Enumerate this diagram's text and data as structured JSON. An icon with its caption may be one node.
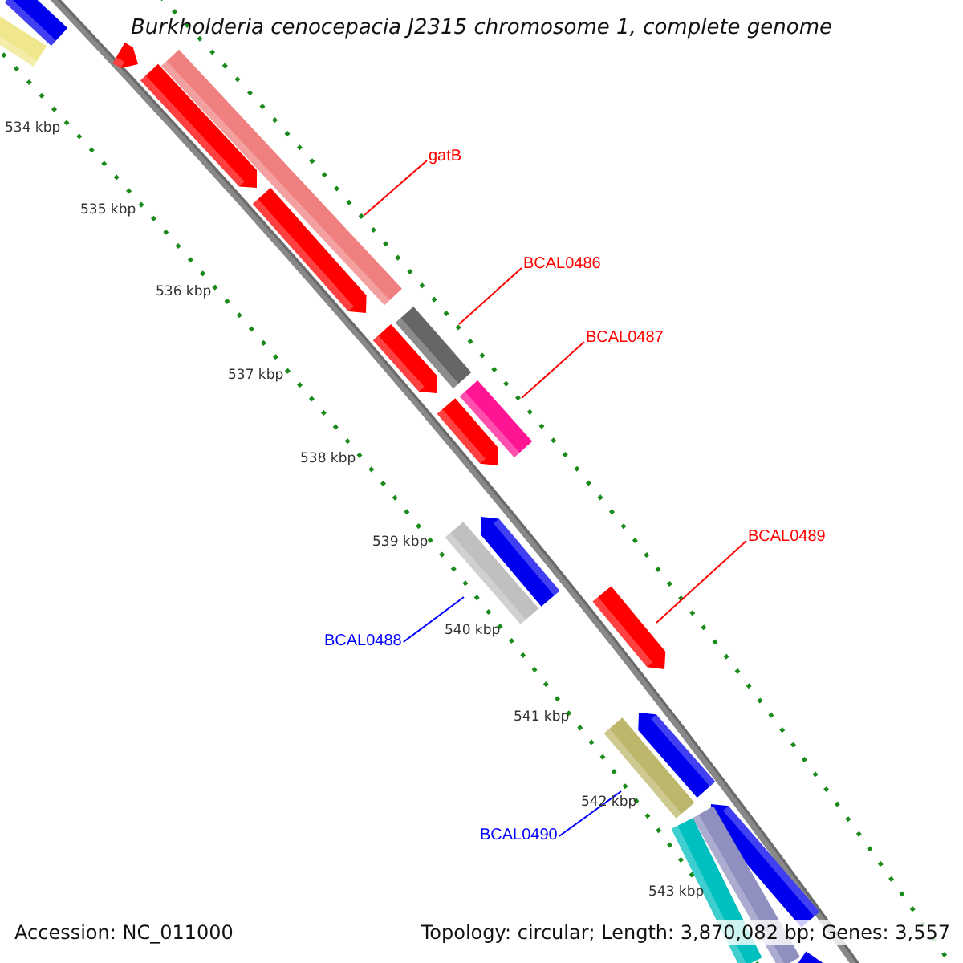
{
  "diagram": {
    "title": "Burkholderia cenocepacia J2315 chromosome 1, complete genome",
    "nodes": [
      {
        "text": [
          "gatB"
        ]
      },
      {
        "text": [
          "BCAL0486"
        ]
      },
      {
        "text": [
          "BCAL0487"
        ]
      },
      {
        "text": [
          "BCAL0489"
        ]
      },
      {
        "text": [
          "BCAL0488"
        ]
      },
      {
        "text": [
          "BCAL0490"
        ]
      },
      {
        "text": [],
        "shape": "bar"
      },
      {
        "text": [],
        "shape": "bar"
      },
      {
        "text": [],
        "shape": "bar"
      },
      {
        "text": [],
        "shape": "bar"
      },
      {
        "text": [],
        "shape": "bar"
      },
      {
        "text": [],
        "shape": "bar"
      },
      {
        "text": [],
        "shape": "bar"
      },
      {
        "text": [],
        "shape": "bar"
      },
      {
        "text": [],
        "shape": "bar"
      },
      {
        "text": [],
        "shape": "bar"
      },
      {
        "text": [],
        "shape": "bar"
      },
      {
        "text": [],
        "shape": "bar"
      },
      {
        "text": [],
        "shape": "bar"
      },
      {
        "text": [],
        "shape": "bar"
      },
      {
        "text": [],
        "shape": "bar"
      },
      {
        "text": [],
        "shape": "bar"
      },
      {
        "text": [],
        "shape": "bar"
      },
      {
        "text": [],
        "shape": "bar"
      },
      {
        "text": [],
        "shape": "bar"
      }
    ],
    "edges": [
      {
        "from": 0,
        "to": 9,
        "arrow": "none"
      },
      {
        "from": 1,
        "to": 12,
        "arrow": "none"
      },
      {
        "from": 2,
        "to": 14,
        "arrow": "none"
      },
      {
        "from": 3,
        "to": 18,
        "arrow": "none"
      },
      {
        "from": 4,
        "to": 17,
        "arrow": "none",
        "color": "#0000ff"
      },
      {
        "from": 5,
        "to": 20,
        "arrow": "none",
        "color": "#0000ff"
      }
    ],
    "labels": [
      "534 kbp",
      "535 kbp",
      "536 kbp",
      "537 kbp",
      "538 kbp",
      "539 kbp",
      "540 kbp",
      "541 kbp",
      "542 kbp",
      "543 kbp",
      "Accession: NC_011000",
      "Topology: circular; Length: 3,870,082 bp; Genes: 3,557"
    ]
  }
}
